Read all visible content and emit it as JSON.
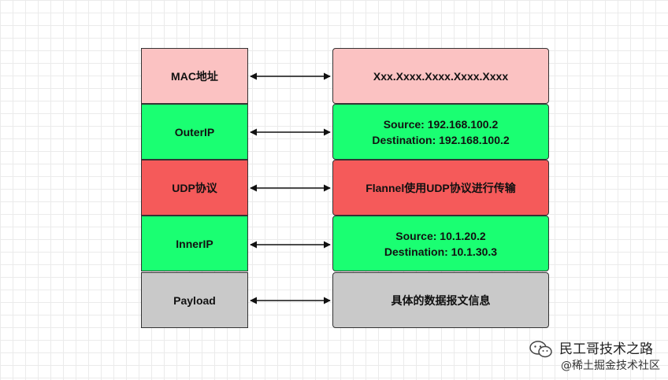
{
  "rows": [
    {
      "left": "MAC地址",
      "right": "Xxx.Xxxx.Xxxx.Xxxx.Xxxx",
      "left_color": "#fbc2c2",
      "right_color": "#fbc2c2"
    },
    {
      "left": "OuterIP",
      "right": "Source: 192.168.100.2\nDestination: 192.168.100.2",
      "left_color": "#1aff72",
      "right_color": "#1aff72"
    },
    {
      "left": "UDP协议",
      "right": "Flannel使用UDP协议进行传输",
      "left_color": "#f55a5a",
      "right_color": "#f55a5a"
    },
    {
      "left": "InnerIP",
      "right": "Source: 10.1.20.2\nDestination: 10.1.30.3",
      "left_color": "#1aff72",
      "right_color": "#1aff72"
    },
    {
      "left": "Payload",
      "right": "具体的数据报文信息",
      "left_color": "#c9c9c9",
      "right_color": "#c9c9c9"
    }
  ],
  "watermark": {
    "icon": "wechat-icon",
    "line1": "民工哥技术之路",
    "line2": "@稀土掘金技术社区"
  }
}
